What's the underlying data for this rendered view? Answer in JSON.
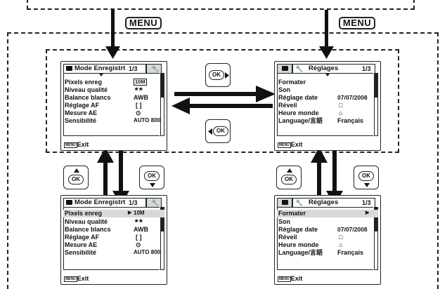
{
  "menu_button_label": "MENU",
  "ok_label": "OK",
  "screens": {
    "rec_top": {
      "tab_title": "Mode Enregistrt",
      "page": "1/3",
      "rows": [
        {
          "label": "Pixels enreg",
          "value": "10M"
        },
        {
          "label": "Niveau qualité",
          "value": "★★"
        },
        {
          "label": "Balance blancs",
          "value": "AWB"
        },
        {
          "label": "Réglage AF",
          "value": "[ ]"
        },
        {
          "label": "Mesure AE",
          "value": "⊙"
        },
        {
          "label": "Sensibilité",
          "value": "AUTO 800"
        }
      ],
      "footer": "Exit"
    },
    "set_top": {
      "tab_title": "Réglages",
      "page": "1/3",
      "rows": [
        {
          "label": "Formater",
          "value": ""
        },
        {
          "label": "Son",
          "value": ""
        },
        {
          "label": "Réglage date",
          "value": "07/07/2008"
        },
        {
          "label": "Réveil",
          "value": "□"
        },
        {
          "label": "Heure monde",
          "value": "⌂"
        },
        {
          "label": "Language/言語",
          "value": "Français"
        }
      ],
      "footer": "Exit"
    },
    "rec_bottom": {
      "tab_title": "Mode Enregistrt",
      "page": "1/3",
      "rows": [
        {
          "label": "Pixels enreg",
          "value": "10M"
        },
        {
          "label": "Niveau qualité",
          "value": "★★"
        },
        {
          "label": "Balance blancs",
          "value": "AWB"
        },
        {
          "label": "Réglage AF",
          "value": "[ ]"
        },
        {
          "label": "Mesure AE",
          "value": "⊙"
        },
        {
          "label": "Sensibilité",
          "value": "AUTO 800"
        }
      ],
      "footer": "Exit"
    },
    "set_bottom": {
      "tab_title": "Réglages",
      "page": "1/3",
      "rows": [
        {
          "label": "Formater",
          "value": ""
        },
        {
          "label": "Son",
          "value": ""
        },
        {
          "label": "Réglage date",
          "value": "07/07/2008"
        },
        {
          "label": "Réveil",
          "value": "□"
        },
        {
          "label": "Heure monde",
          "value": "⌂"
        },
        {
          "label": "Language/言語",
          "value": "Français"
        }
      ],
      "footer": "Exit"
    }
  }
}
